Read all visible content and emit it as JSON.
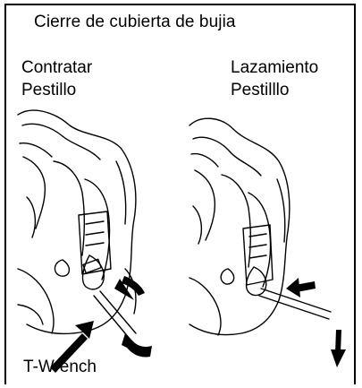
{
  "title": "Cierre de cubierta de bujia",
  "left_panel": {
    "label_lines": [
      "Contratar",
      "Pestillo"
    ]
  },
  "right_panel": {
    "label_lines": [
      "Lazamiento",
      "Pestilllo"
    ]
  },
  "tool_label": "T-Wrench"
}
